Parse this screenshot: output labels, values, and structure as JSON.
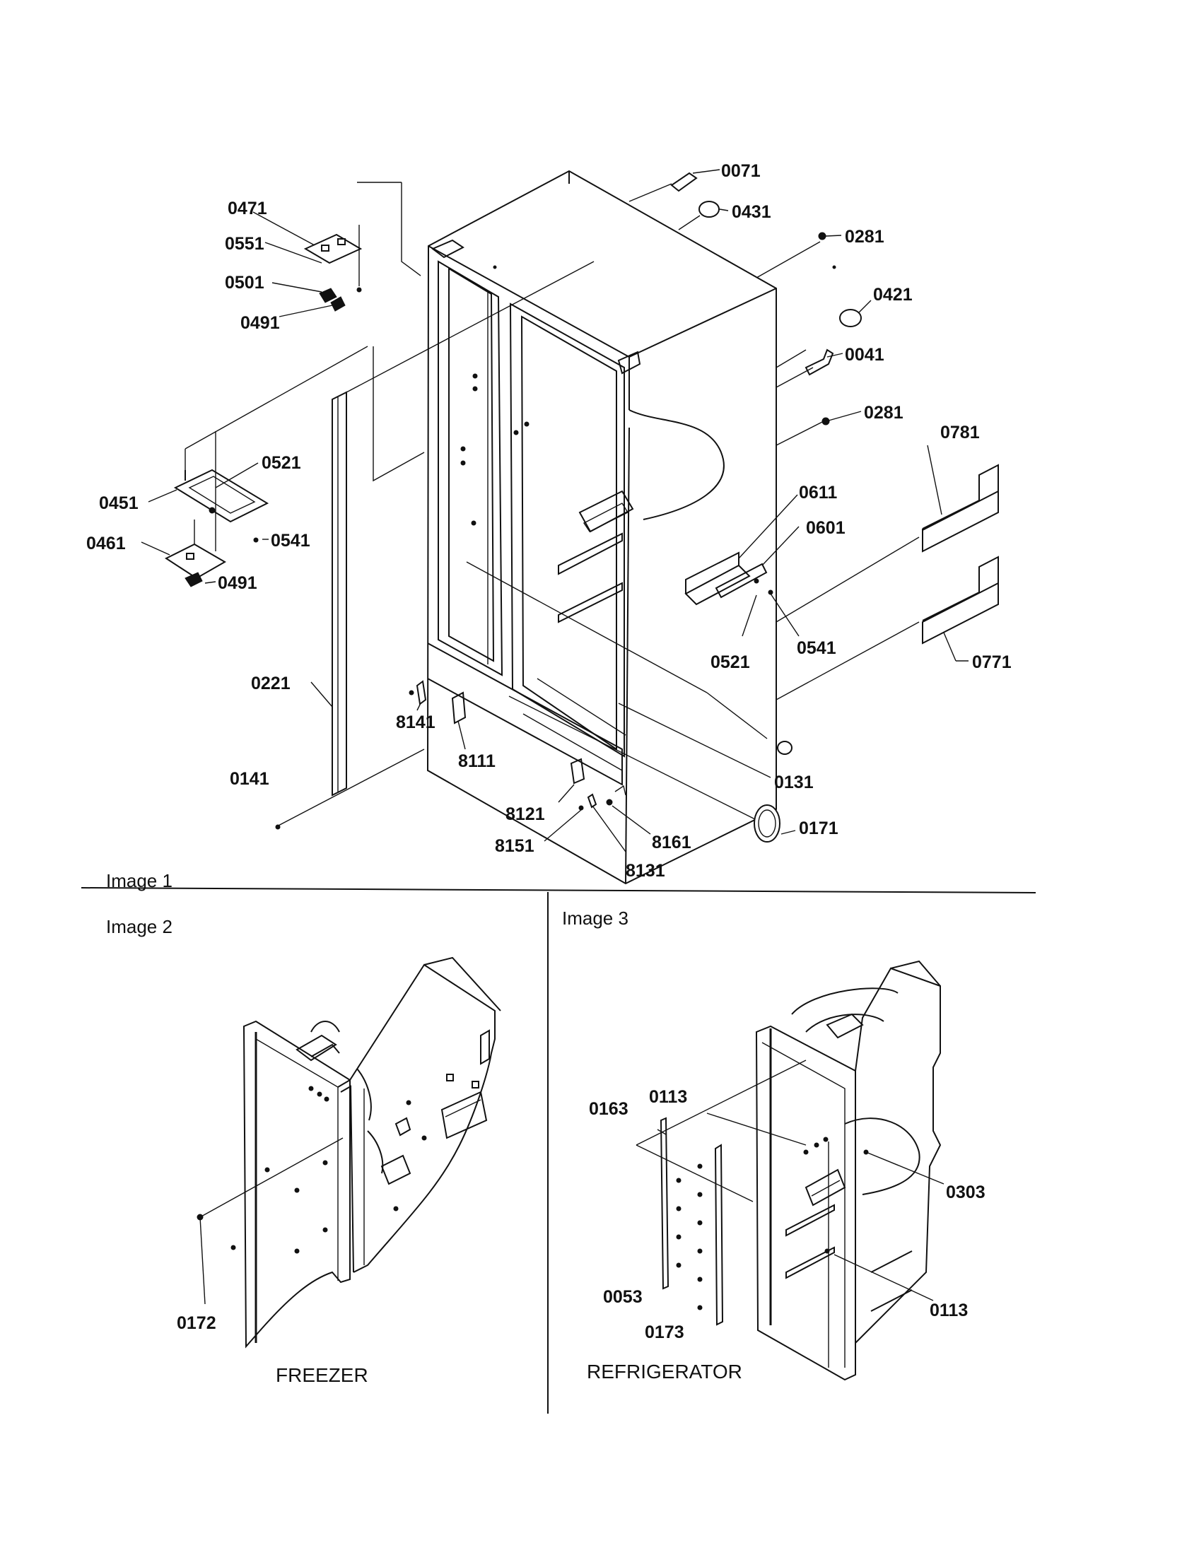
{
  "panels": {
    "image1": "Image 1",
    "image2": "Image 2",
    "image3": "Image 3"
  },
  "captions": {
    "freezer": "FREEZER",
    "refrigerator": "REFRIGERATOR"
  },
  "parts": {
    "p0071": "0071",
    "p0431": "0431",
    "p0281a": "0281",
    "p0421": "0421",
    "p0041": "0041",
    "p0281b": "0281",
    "p0781": "0781",
    "p0611": "0611",
    "p0601": "0601",
    "p0541r": "0541",
    "p0521r": "0521",
    "p0771": "0771",
    "p0131": "0131",
    "p0171": "0171",
    "p8161": "8161",
    "p8131": "8131",
    "p8151": "8151",
    "p8121": "8121",
    "p8111": "8111",
    "p8141": "8141",
    "p0141": "0141",
    "p0221": "0221",
    "p0471": "0471",
    "p0551": "0551",
    "p0501": "0501",
    "p0491a": "0491",
    "p0451": "0451",
    "p0521l": "0521",
    "p0541l": "0541",
    "p0461": "0461",
    "p0491b": "0491",
    "p0172": "0172",
    "p0163": "0163",
    "p0113a": "0113",
    "p0303": "0303",
    "p0113b": "0113",
    "p0053": "0053",
    "p0173": "0173"
  }
}
